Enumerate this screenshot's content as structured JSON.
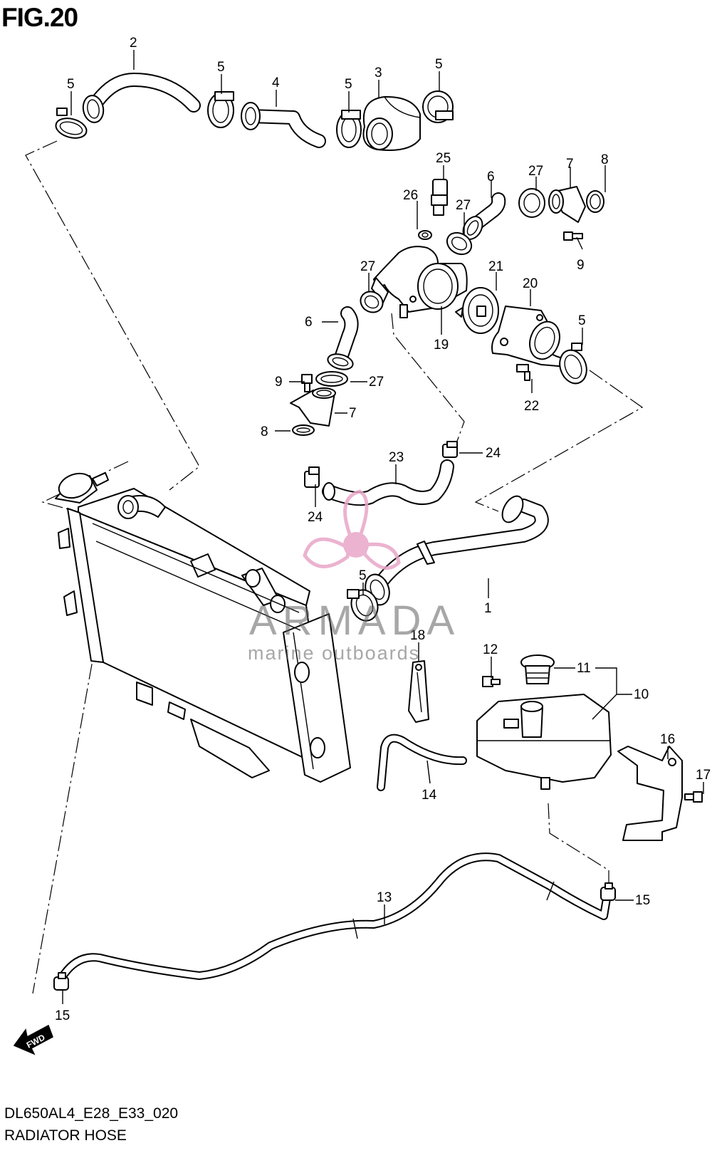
{
  "figure": {
    "title": "FIG.20",
    "code": "DL650AL4_E28_E33_020",
    "subtitle": "RADIATOR HOSE"
  },
  "watermark": {
    "name": "ARMADA",
    "tagline": "marine outboards",
    "accent_color": "#e8a6c8"
  },
  "fwd_label": "FWD",
  "callouts": [
    "2",
    "5",
    "5",
    "4",
    "5",
    "3",
    "5",
    "25",
    "6",
    "27",
    "7",
    "8",
    "26",
    "27",
    "9",
    "27",
    "21",
    "20",
    "6",
    "19",
    "5",
    "9",
    "27",
    "22",
    "7",
    "8",
    "24",
    "23",
    "24",
    "5",
    "1",
    "18",
    "12",
    "11",
    "10",
    "16",
    "17",
    "14",
    "13",
    "15",
    "15"
  ]
}
